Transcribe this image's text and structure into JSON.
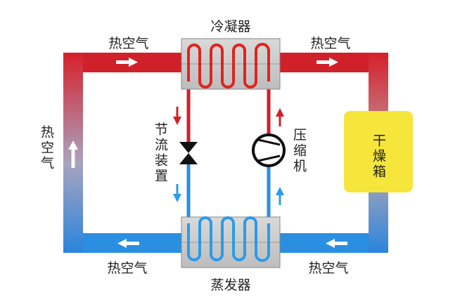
{
  "labels": {
    "condenser": "冷凝器",
    "evaporator": "蒸发器",
    "hot_air": "热空气",
    "throttle": "节流装置",
    "compressor": "压缩机",
    "dryer": "干燥箱"
  },
  "colors": {
    "hot_pipe": "#d0202a",
    "cold_pipe": "#2a8fe0",
    "coil_hot": "#e0231f",
    "coil_cold": "#2b9bea",
    "exchanger_fill": "#c8c8c8",
    "dryer_fill": "#f6e53a",
    "arrow_white": "#ffffff",
    "arrow_red": "#d41f26",
    "arrow_blue": "#2b9bea",
    "text": "#222222"
  },
  "icons": {
    "throttle": "throttle-valve-icon",
    "compressor": "compressor-icon"
  }
}
